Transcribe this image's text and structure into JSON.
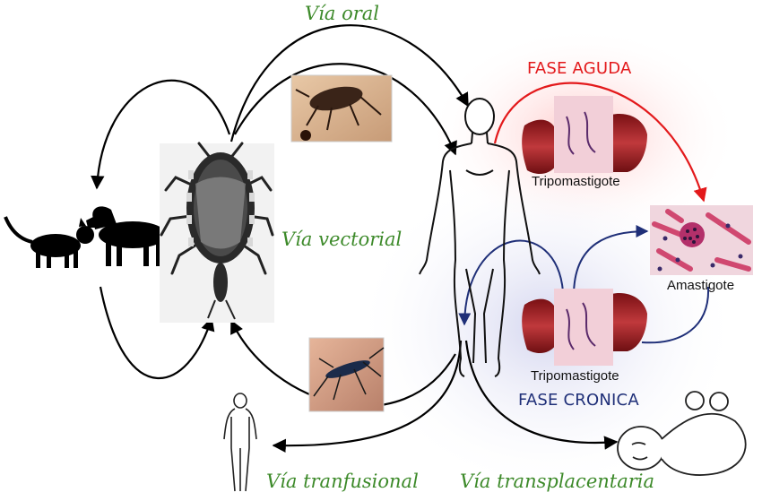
{
  "routes": {
    "oral": "Vía oral",
    "vectorial": "Vía vectorial",
    "transfusional": "Vía tranfusional",
    "transplacental": "Vía transplacentaria"
  },
  "phases": {
    "acute": "FASE AGUDA",
    "chronic": "FASE CRONICA"
  },
  "stages": {
    "acute_trypomastigote": "Tripomastigote",
    "amastigote": "Amastigote",
    "chronic_trypomastigote": "Tripomastigote"
  },
  "colors": {
    "route_label": "#3d8a2a",
    "acute": "#e3191b",
    "chronic": "#1f2f78",
    "arrow": "#000000",
    "vessel": "#a6262a",
    "smear_bg": "#f2cfd8",
    "parasite": "#5a2a6a"
  },
  "icons": [
    "triatomine-bug-icon",
    "cat-icon",
    "dog-icon",
    "human-body-icon",
    "mosquito-icon",
    "small-human-icon",
    "baby-icon"
  ]
}
